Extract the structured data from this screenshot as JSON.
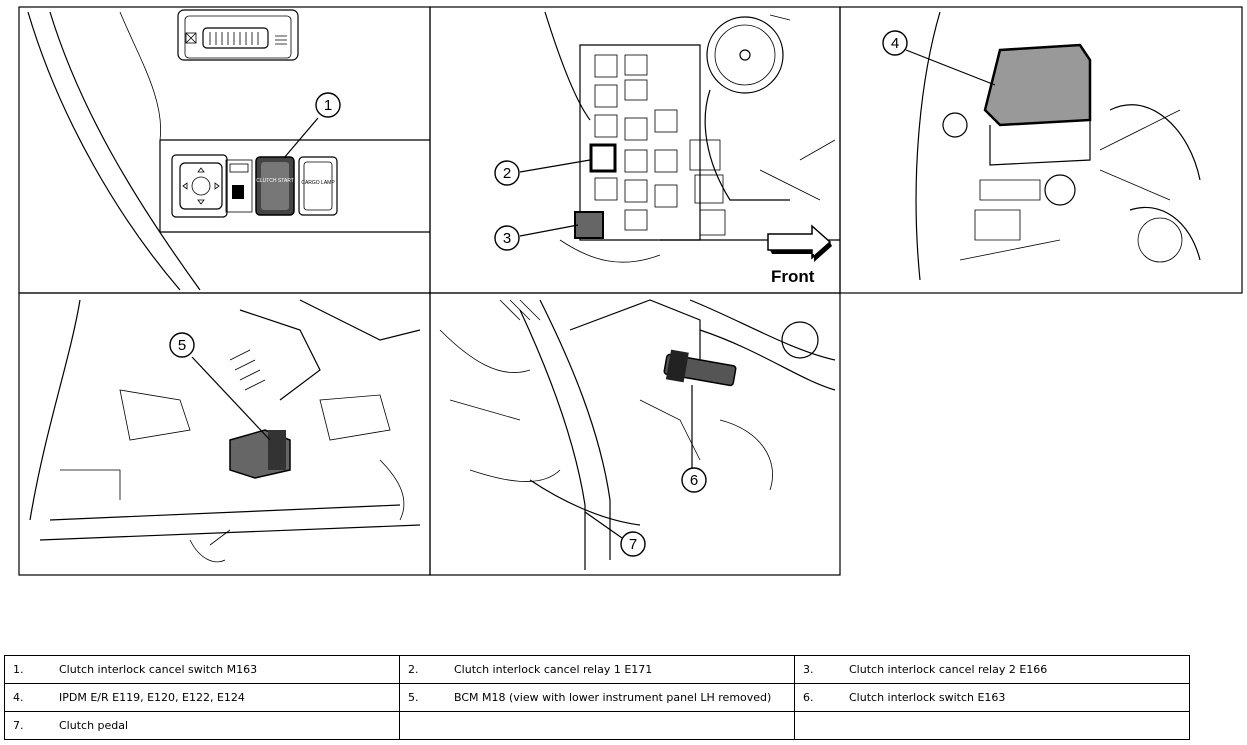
{
  "callouts": [
    {
      "n": "1"
    },
    {
      "n": "2"
    },
    {
      "n": "3"
    },
    {
      "n": "4"
    },
    {
      "n": "5"
    },
    {
      "n": "6"
    },
    {
      "n": "7"
    }
  ],
  "front_label": "Front",
  "switch_labels": {
    "clutch_start": "CLUTCH START",
    "cargo_lamp": "CARGO LAMP"
  },
  "legend": [
    [
      {
        "num": "1.",
        "text": "Clutch interlock cancel switch M163"
      },
      {
        "num": "2.",
        "text": "Clutch interlock cancel relay 1 E171"
      },
      {
        "num": "3.",
        "text": "Clutch interlock cancel relay 2 E166"
      }
    ],
    [
      {
        "num": "4.",
        "text": "IPDM E/R E119, E120, E122, E124"
      },
      {
        "num": "5.",
        "text": "BCM M18 (view with lower instrument panel LH removed)"
      },
      {
        "num": "6.",
        "text": "Clutch interlock switch E163"
      }
    ],
    [
      {
        "num": "7.",
        "text": "Clutch pedal"
      },
      {
        "num": "",
        "text": ""
      },
      {
        "num": "",
        "text": ""
      }
    ]
  ]
}
